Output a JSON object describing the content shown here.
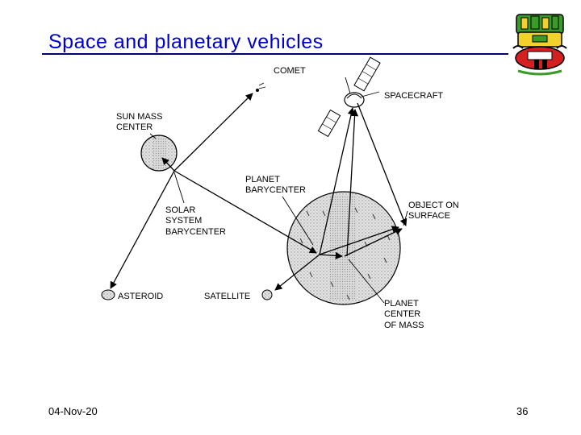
{
  "slide": {
    "title": "Space and planetary vehicles",
    "date": "04-Nov-20",
    "page_number": "36"
  },
  "diagram": {
    "labels": {
      "comet": "COMET",
      "spacecraft": "SPACECRAFT",
      "sun_mass_center": [
        "SUN MASS",
        "CENTER"
      ],
      "planet_barycenter": [
        "PLANET",
        "BARYCENTER"
      ],
      "object_on_surface": [
        "OBJECT ON",
        "SURFACE"
      ],
      "solar_system_barycenter": [
        "SOLAR",
        "SYSTEM",
        "BARYCENTER"
      ],
      "asteroid": "ASTEROID",
      "satellite": "SATELLITE",
      "planet_center_of_mass": [
        "PLANET",
        "CENTER",
        "OF MASS"
      ]
    }
  },
  "logo": {
    "icon": "institution-emblem-icon"
  }
}
